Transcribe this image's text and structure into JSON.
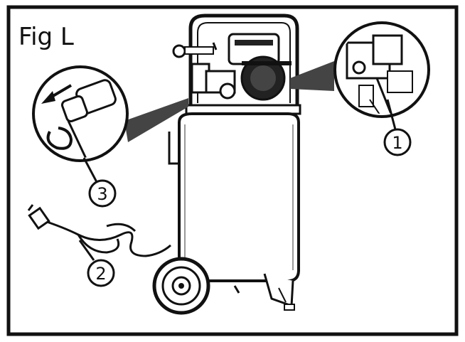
{
  "figure": {
    "title": "Fig L"
  },
  "callouts": [
    {
      "id": "callout-1",
      "label": "1"
    },
    {
      "id": "callout-2",
      "label": "2"
    },
    {
      "id": "callout-3",
      "label": "3"
    }
  ],
  "icons": {
    "compressor": "air-compressor-illustration",
    "detail_switch": "pressure-switch-detail",
    "detail_valve": "drain-valve-detail",
    "arrow": "direction-arrow",
    "cord": "power-cord"
  },
  "colors": {
    "ink": "#111111",
    "paper": "#ffffff",
    "shade": "#bdbdbd"
  }
}
